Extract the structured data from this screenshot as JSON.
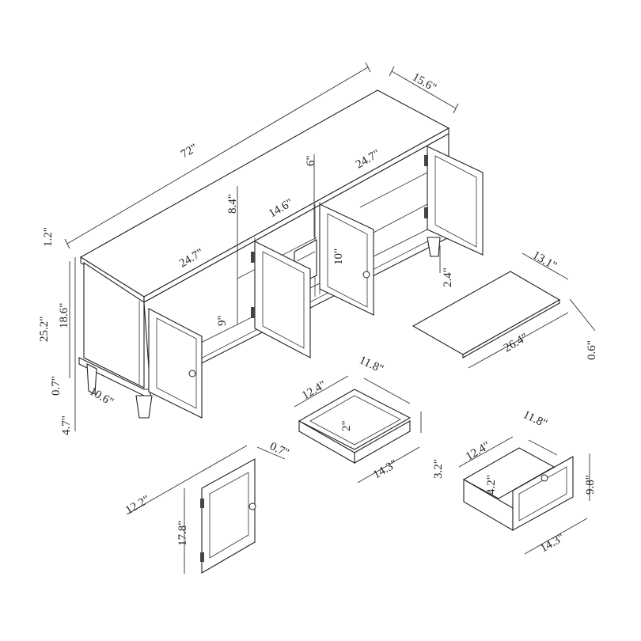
{
  "diagram": {
    "subject": "TV stand cabinet exploded dimension drawing",
    "main_cabinet": {
      "overall_width": "72\"",
      "depth": "15.6\"",
      "top_thickness": "1.2\"",
      "overall_height": "25.2\"",
      "body_height": "18.6\"",
      "base_trim": "0.7\"",
      "leg_height": "4.7\"",
      "side_depth": "10.6\"",
      "left_section_width": "24.7\"",
      "center_section_width": "14.6\"",
      "right_section_width": "24.7\"",
      "upper_opening_height": "8.4\"",
      "lower_opening_height": "9\"",
      "drawer_opening": "10\"",
      "divider_height": "6\"",
      "leg_inset": "2.4\""
    },
    "shelf": {
      "width": "26.4\"",
      "depth": "13.1\"",
      "thickness": "0.6\""
    },
    "drawer_open_box": {
      "width": "12.4\"",
      "depth": "11.8\"",
      "length": "14.3\"",
      "height": "3.2\"",
      "inner_height": "2\""
    },
    "drawer_with_front": {
      "width": "12.4\"",
      "depth": "11.8\"",
      "length": "14.3\"",
      "front_height": "9.8\"",
      "inner_height": "4.2\""
    },
    "door": {
      "width": "12.2\"",
      "height": "17.8\"",
      "thickness": "0.7\""
    }
  }
}
